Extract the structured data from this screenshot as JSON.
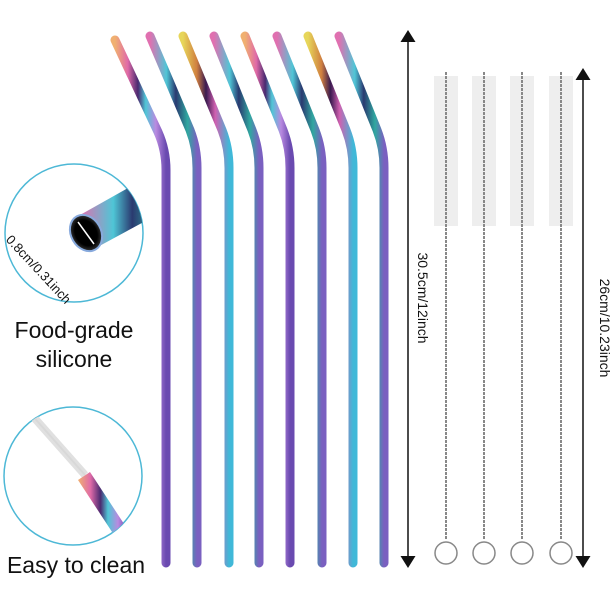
{
  "product": {
    "straw_count": 8,
    "brush_count": 4,
    "straw_colors": [
      "#e8a46a",
      "#c86ad0",
      "#4fc6d6",
      "#e7c94a",
      "#e06aa8",
      "#5a3b8c"
    ]
  },
  "callouts": {
    "diameter": {
      "label": "0.8cm/0.31inch",
      "caption_line1": "Food-grade",
      "caption_line2": "silicone",
      "circle_color": "#4db8d6"
    },
    "cleaning": {
      "caption": "Easy to clean",
      "circle_color": "#4db8d6"
    }
  },
  "dimensions": {
    "straw_length": "30.5cm/12inch",
    "brush_length": "26cm/10.23inch"
  }
}
